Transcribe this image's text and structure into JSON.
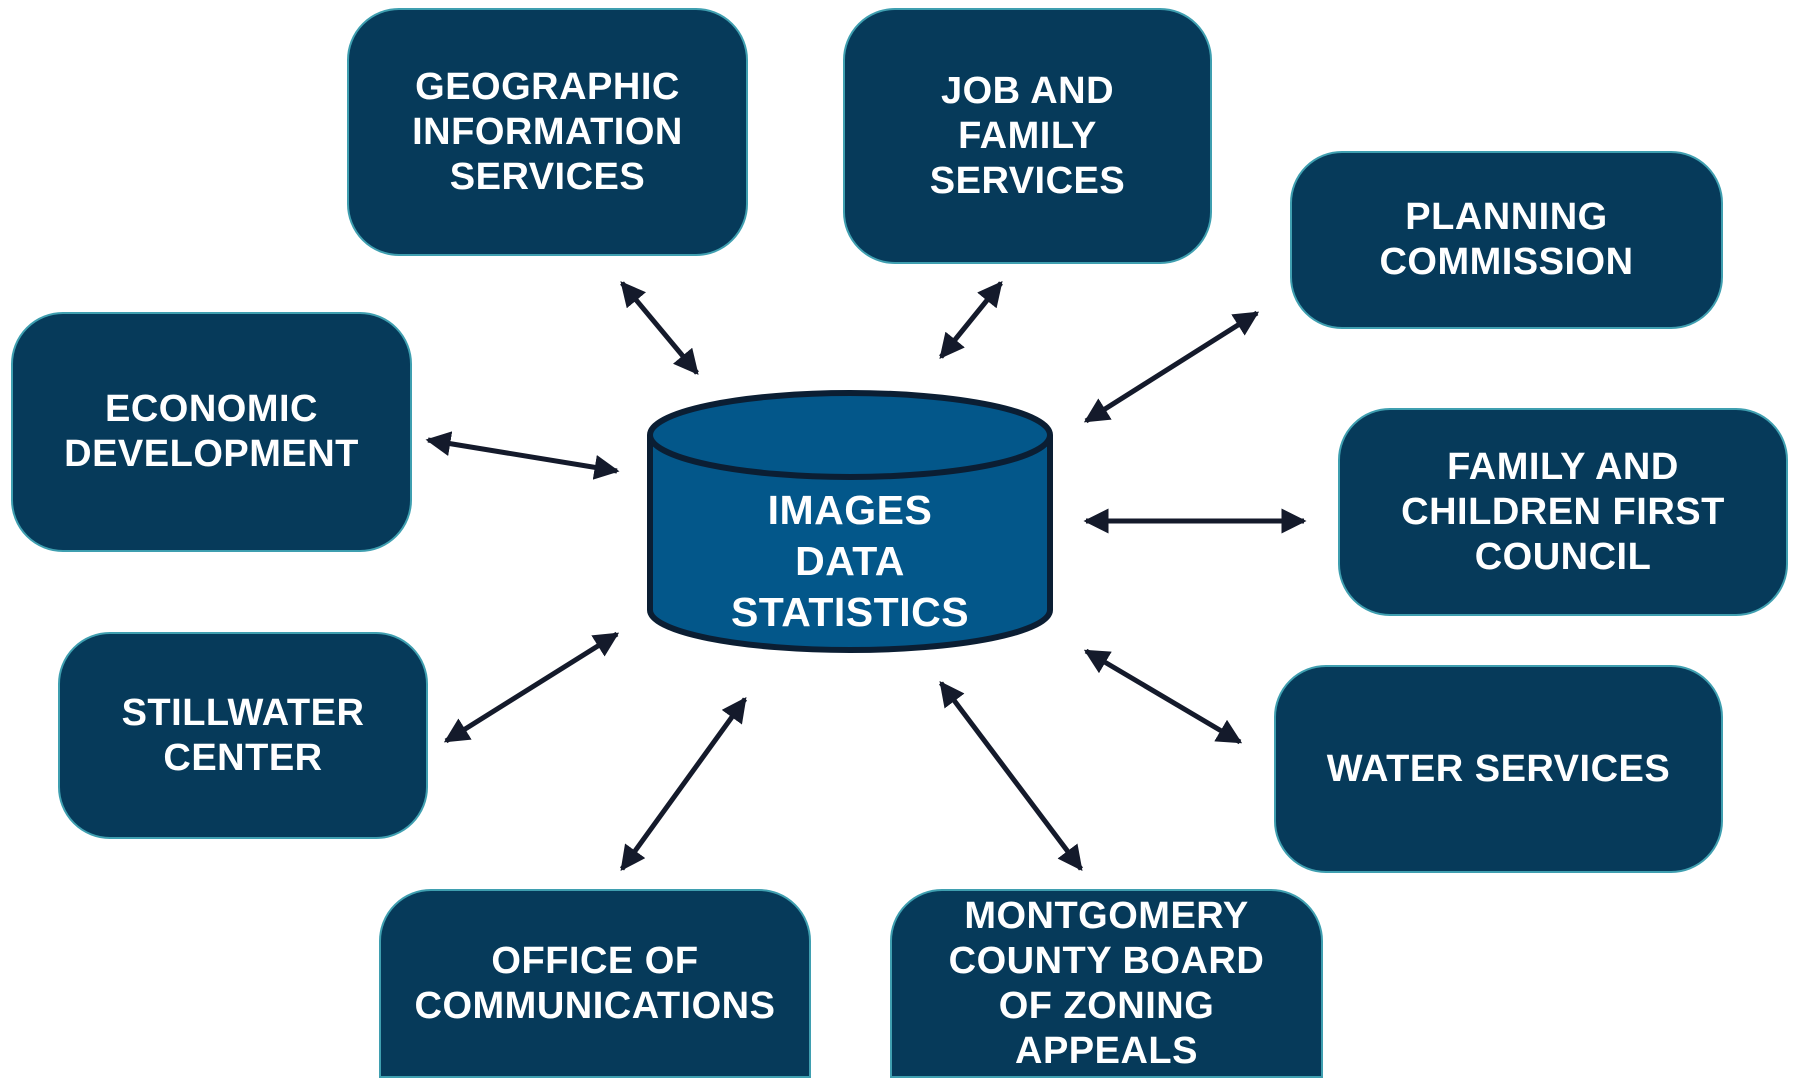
{
  "hub": {
    "label": "IMAGES\nDATA\nSTATISTICS"
  },
  "nodes": {
    "gis": {
      "label": "GEOGRAPHIC\nINFORMATION\nSERVICES"
    },
    "jfs": {
      "label": "JOB AND\nFAMILY\nSERVICES"
    },
    "planning": {
      "label": "PLANNING\nCOMMISSION"
    },
    "econ": {
      "label": "ECONOMIC\nDEVELOPMENT"
    },
    "fcfc": {
      "label": "FAMILY AND\nCHILDREN FIRST\nCOUNCIL"
    },
    "stillwater": {
      "label": "STILLWATER\nCENTER"
    },
    "water": {
      "label": "WATER SERVICES"
    },
    "comms": {
      "label": "OFFICE OF\nCOMMUNICATIONS"
    },
    "zoning": {
      "label": "MONTGOMERY\nCOUNTY BOARD\nOF ZONING\nAPPEALS"
    }
  },
  "colors": {
    "node_fill": "#063a5a",
    "node_border": "#3f9fb0",
    "hub_fill": "#03578a",
    "hub_stroke": "#0b1e33",
    "arrow": "#141a2b",
    "text": "#ffffff"
  }
}
